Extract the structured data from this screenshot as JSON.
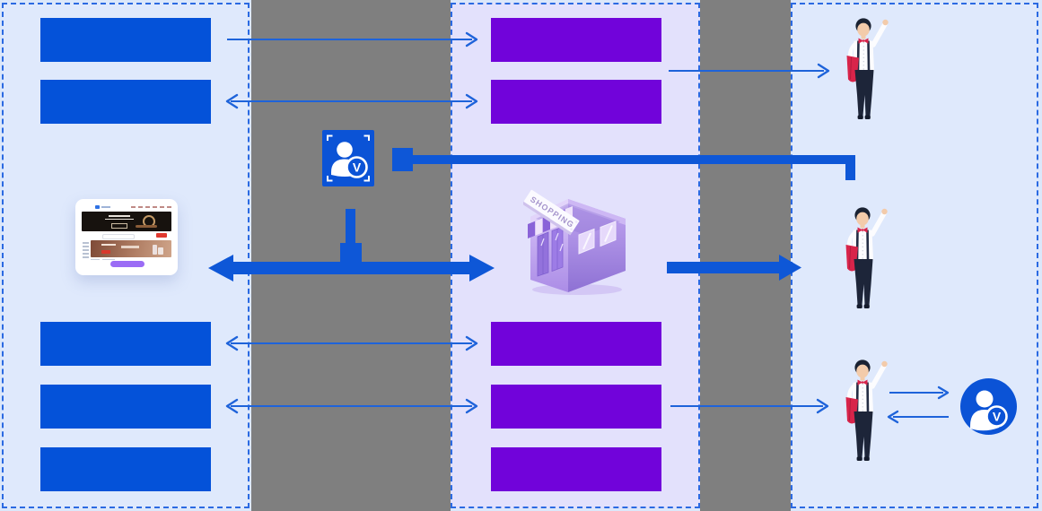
{
  "colors": {
    "canvas_bg": "#dbe7fa",
    "panel_blue_bg": "#dfe9fc",
    "panel_lavender_bg": "#e3e1fc",
    "gray_column": "#7f7f7f",
    "block_blue": "#0452d9",
    "block_purple": "#7103da",
    "arrow_thin": "#1e63da",
    "arrow_thick": "#0e57d7",
    "dash_border": "#2b6ae2",
    "icon_blue": "#0b53d6",
    "accent_red": "#d8244a",
    "person_skin": "#f3cbaa",
    "person_hair": "#1a2232",
    "site_pill_purple": "#9b6cf5"
  },
  "store": {
    "sign_text": "SHOPPING"
  },
  "badges": {
    "square_icon_letter": "V",
    "circle_icon_letter": "V"
  },
  "icons": {
    "verified_person_square": "blue square with white user silhouette and V badge, selection corner marks",
    "verified_person_circle": "blue circle with white user silhouette and V badge",
    "storefront": "isometric purple shop with striped awning and SHOPPING sign",
    "website_mockup": "white laptop card showing e-commerce watch store page",
    "waiter": "waiter illustration with raised arm, red bowtie and red napkin"
  }
}
